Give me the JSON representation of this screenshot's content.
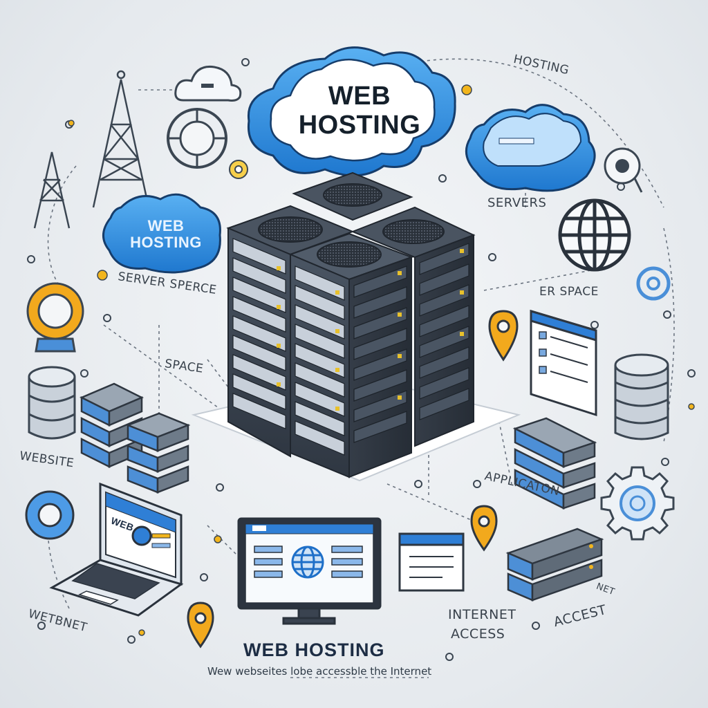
{
  "labels": {
    "cloud_main": "WEB HOSTING",
    "cloud_small": "WEB HOSTING",
    "servers": "SERVERS",
    "server_space_left": "SERVER SPERCE",
    "space": "SPACE",
    "er_space": "ER SPACE",
    "hosting_top": "HOSTING",
    "website": "WEBSITE",
    "application": "APPLICATON",
    "internet_access_1": "INTERNET",
    "internet_access_2": "ACCESS",
    "accest": "ACCEST",
    "net": "NET",
    "webtnet": "WETBNET",
    "laptop_screen": "WEB"
  },
  "footer": {
    "title": "WEB HOSTING",
    "subtitle": "Wew webseites lobe accessble the Internet"
  },
  "icons": [
    "cloud-icon",
    "cloud-upload-icon",
    "radio-tower-icon",
    "globe-icon",
    "server-rack-icon",
    "database-icon",
    "map-pin-icon",
    "laptop-icon",
    "monitor-icon",
    "browser-window-icon",
    "gear-icon",
    "target-icon",
    "document-icon",
    "switch-icon"
  ],
  "colors": {
    "cloud_blue": "#2f8fe0",
    "dark_server": "#3a4350",
    "accent_yellow": "#f2b51d",
    "line_gray": "#6b7480",
    "screen_blue": "#3b83d8"
  }
}
